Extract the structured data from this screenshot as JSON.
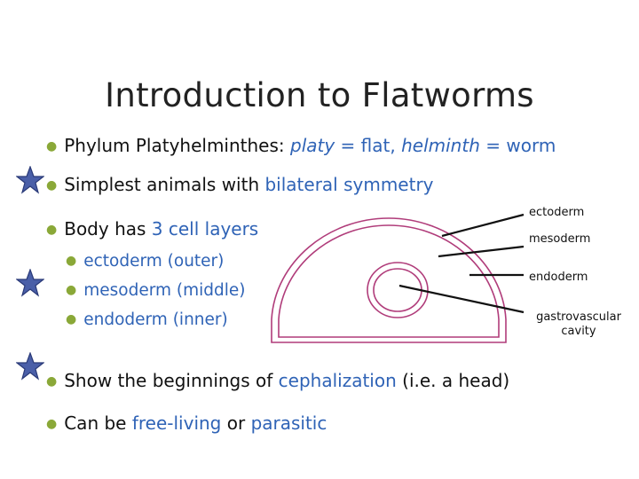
{
  "title": "Introduction to Flatworms",
  "bullets": {
    "phylum": {
      "prefix": "Phylum Platyhelminthes: ",
      "term1": "platy",
      "eq1": " = flat, ",
      "term2": "helminth",
      "eq2": " = worm"
    },
    "simplest": {
      "text": "Simplest animals with ",
      "highlight": "bilateral symmetry"
    },
    "layers": {
      "text": "Body has ",
      "highlight": "3 cell layers"
    },
    "sub": [
      {
        "highlight": "ectoderm",
        "text": " (outer)"
      },
      {
        "highlight": "mesoderm",
        "text": " (middle)"
      },
      {
        "highlight": "endoderm",
        "text": " (inner)"
      }
    ],
    "cephalization": {
      "text": "Show the beginnings of ",
      "highlight": "cephalization",
      "suffix": " (i.e. a head)"
    },
    "living": {
      "text": "Can be ",
      "highlight1": "free-living",
      "middle": " or ",
      "highlight2": "parasitic"
    }
  },
  "diagram_labels": {
    "ectoderm": "ectoderm",
    "mesoderm": "mesoderm",
    "endoderm": "endoderm",
    "gastro_line1": "gastrovascular",
    "gastro_line2": "cavity"
  },
  "colors": {
    "bullet": "#8aa838",
    "highlight": "#2f63b6",
    "star_fill": "#4a5fa8",
    "star_stroke": "#2a3a78",
    "diagram_stroke": "#b03c7a"
  }
}
